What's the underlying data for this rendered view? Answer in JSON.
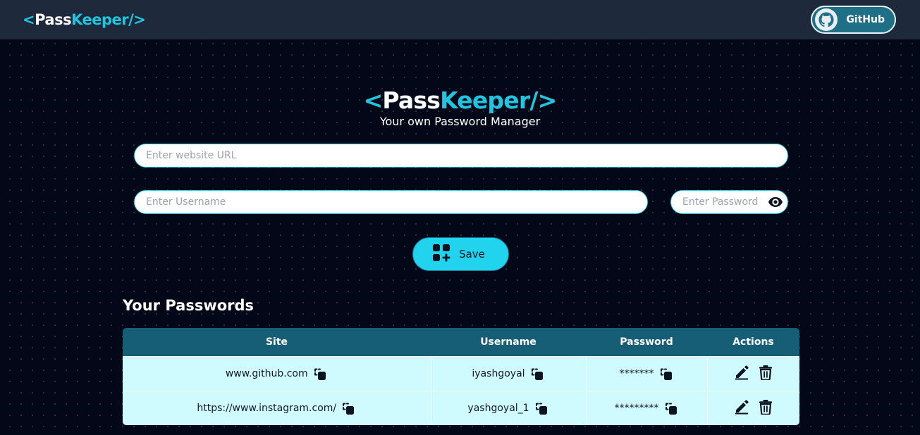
{
  "navbar": {
    "brand": {
      "open": "<",
      "pass": "Pass",
      "keeper": "Keeper",
      "close": "/>"
    },
    "github_label": "GitHub"
  },
  "hero": {
    "title": {
      "open": "<",
      "pass": "Pass",
      "keeper": "Keeper",
      "close": "/>"
    },
    "subtitle": "Your own Password Manager"
  },
  "form": {
    "url_placeholder": "Enter website URL",
    "username_placeholder": "Enter Username",
    "password_placeholder": "Enter Password",
    "save_label": "Save"
  },
  "passwords": {
    "title": "Your Passwords",
    "columns": [
      "Site",
      "Username",
      "Password",
      "Actions"
    ],
    "rows": [
      {
        "site": "www.github.com",
        "username": "iyashgoyal",
        "password": "*******"
      },
      {
        "site": "https://www.instagram.com/",
        "username": "yashgoyal_1",
        "password": "*********"
      }
    ]
  },
  "colors": {
    "accent": "#22c5e0",
    "navbar_bg": "#1e293b",
    "page_bg": "#020817",
    "table_header_bg": "#155e75",
    "table_row_bg": "#cffafe",
    "save_button_bg": "#22d3ee",
    "github_button_bg": "#1f6f86"
  },
  "icons": {
    "github": "github-icon",
    "eye": "eye-icon",
    "save": "add-grid-icon",
    "copy": "copy-icon",
    "edit": "edit-icon",
    "delete": "trash-icon"
  }
}
